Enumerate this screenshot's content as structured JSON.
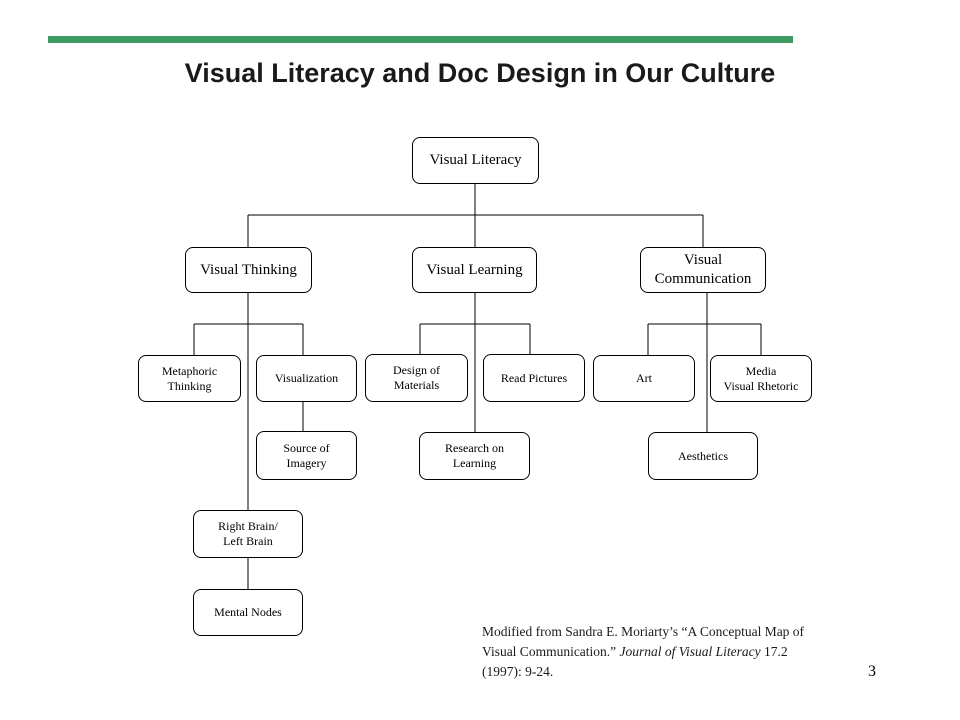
{
  "slide": {
    "title": "Visual Literacy and Doc Design in Our Culture",
    "page_number": "3",
    "accent_color": "#3d9a63"
  },
  "nodes": {
    "visual_literacy": "Visual Literacy",
    "visual_thinking": "Visual Thinking",
    "visual_learning": "Visual Learning",
    "visual_communication": "Visual\nCommunication",
    "metaphoric_thinking": "Metaphoric\nThinking",
    "visualization": "Visualization",
    "source_of_imagery": "Source of\nImagery",
    "right_brain_left_brain": "Right Brain/\nLeft Brain",
    "mental_nodes": "Mental Nodes",
    "design_of_materials": "Design of\nMaterials",
    "read_pictures": "Read Pictures",
    "research_on_learning": "Research on\nLearning",
    "art": "Art",
    "media_visual_rhetoric": "Media\nVisual Rhetoric",
    "aesthetics": "Aesthetics"
  },
  "citation": {
    "part1": "Modified from Sandra E. Moriarty’s “A Conceptual Map of Visual Communication.”  ",
    "journal": "Journal of Visual Literacy",
    "part2": " 17.2 (1997):  9-24."
  }
}
